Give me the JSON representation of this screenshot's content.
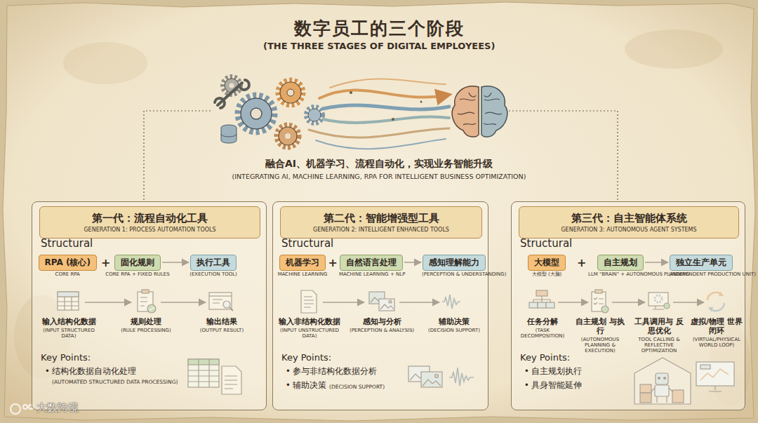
{
  "diagram": {
    "title": "数字员工的三个阶段",
    "nodes": [
      {
        "text": [
          "Structural",
          "Key Points:",
          "• 结构化数据自动化处理",
          "(AUTOMATED STRUCTURED DATA PROCESSING)"
        ]
      },
      {
        "text": [
          "第一代：流程自动化工具",
          "GENERATION 1: PROCESS AUTOMATION TOOLS"
        ],
        "in": 0
      },
      {
        "text": [
          "RPA (核心)",
          "CORE RPA"
        ],
        "in": 0
      },
      {
        "text": [
          "固化规则",
          "CORE RPA + FIXED RULES"
        ],
        "in": 0
      },
      {
        "text": [
          "执行工具",
          "(EXECUTION TOOL)"
        ],
        "in": 0
      },
      {
        "text": [
          "输入结构化数据",
          "(INPUT STRUCTURED DATA)"
        ],
        "in": 0
      },
      {
        "text": [
          "规则处理",
          "(RULE PROCESSING)"
        ],
        "in": 0
      },
      {
        "text": [
          "输出结果",
          "(OUTPUT RESULT)"
        ],
        "in": 0
      },
      {
        "text": [
          "Structural",
          "Key Points:",
          "• 参与非结构化数据分析",
          "• 辅助决策",
          "(DECISION SUPPORT)"
        ]
      },
      {
        "text": [
          "第二代：智能增强型工具",
          "GENERATION 2: INTELLIGENT ENHANCED TOOLS"
        ],
        "in": 8
      },
      {
        "text": [
          "机器学习",
          "MACHINE LEARNING"
        ],
        "in": 8
      },
      {
        "text": [
          "自然语言处理",
          "MACHINE LEARNING + NLP"
        ],
        "in": 8
      },
      {
        "text": [
          "感知理解能力",
          "(PERCEPTION & UNDERSTANDING)"
        ],
        "in": 8
      },
      {
        "text": [
          "输入非结构化数据",
          "(INPUT UNSTRUCTURED DATA)"
        ],
        "in": 8
      },
      {
        "text": [
          "感知与分析",
          "(PERCEPTION & ANALYSIS)"
        ],
        "in": 8
      },
      {
        "text": [
          "辅助决策",
          "(DECISION SUPPORT)"
        ],
        "in": 8
      },
      {
        "text": [
          "Structural",
          "Key Points:",
          "• 自主规划执行",
          "• 具身智能延伸"
        ]
      },
      {
        "text": [
          "第三代：自主智能体系统",
          "GENERATION 3: AUTONOMOUS AGENT SYSTEMS"
        ],
        "in": 16
      },
      {
        "text": [
          "大模型",
          "大模型 (大脑)"
        ],
        "in": 16
      },
      {
        "text": [
          "自主规划",
          "LLM \"BRAIN\" + AUTONOMOUS PLANNING"
        ],
        "in": 16
      },
      {
        "text": [
          "独立生产单元",
          "(INDEPENDENT PRODUCTION UNIT)"
        ],
        "in": 16
      },
      {
        "text": [
          "任务分解",
          "(TASK DECOMPOSITION)"
        ],
        "in": 16
      },
      {
        "text": [
          "自主规划 与执行",
          "(AUTONOMOUS PLANNING & EXECUTION)"
        ],
        "in": 16
      },
      {
        "text": [
          "工具调用与 反思优化",
          "TOOL CALLING & REFLECTIVE OPTIMIZATION"
        ],
        "in": 16
      },
      {
        "text": [
          "虚拟/物理 世界闭环",
          "(VIRTUAL/PHYSICAL WORLD LOOP)"
        ],
        "in": 16
      }
    ],
    "edges": [
      {
        "from": 3,
        "to": 4,
        "arrow": "to"
      },
      {
        "from": 5,
        "to": 6,
        "arrow": "to"
      },
      {
        "from": 6,
        "to": 7,
        "arrow": "to"
      },
      {
        "from": 11,
        "to": 12,
        "arrow": "to"
      },
      {
        "from": 13,
        "to": 14,
        "arrow": "to"
      },
      {
        "from": 14,
        "to": 15,
        "arrow": "to"
      },
      {
        "from": 19,
        "to": 20,
        "arrow": "to"
      },
      {
        "from": 21,
        "to": 22,
        "arrow": "to"
      },
      {
        "from": 22,
        "to": 23,
        "arrow": "to"
      },
      {
        "from": 23,
        "to": 24,
        "arrow": "to"
      }
    ],
    "labels": [
      "(THE THREE STAGES OF DIGITAL EMPLOYEES)",
      "融合AI、机器学习、流程自动化，实现业务智能升级",
      "(INTEGRATING AI, MACHINE LEARNING, RPA FOR INTELLIGENT BUSINESS OPTIMIZATION)",
      "+",
      "+",
      "+",
      "大数跨境"
    ]
  }
}
